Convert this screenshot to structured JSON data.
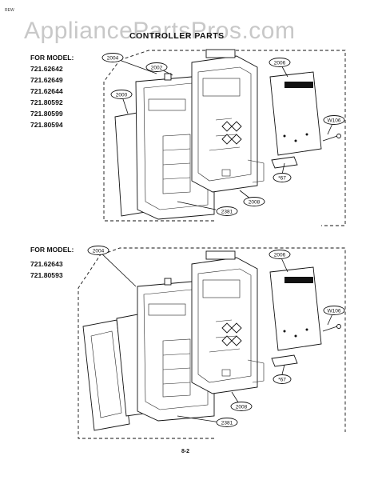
{
  "watermark": "AppliancePartsPros.com",
  "corner_mark": "REW",
  "title": "CONTROLLER PARTS",
  "section_top": {
    "for_model_label": "FOR MODEL:",
    "models": [
      "721.62642",
      "721.62649",
      "721.62644",
      "721.80592",
      "721.80599",
      "721.80594"
    ],
    "callouts": {
      "c2004": "2004",
      "c2002": "2002",
      "c2000": "2000",
      "c2006": "2006",
      "cw106": "W106",
      "c67": "*67",
      "c2008": "2008",
      "c2381": "2381"
    }
  },
  "section_bottom": {
    "for_model_label": "FOR MODEL:",
    "models": [
      "721.62643",
      "721.80593"
    ],
    "callouts": {
      "c2004": "2004",
      "c2006": "2006",
      "cw106": "W106",
      "c67": "*67",
      "c2008": "2008",
      "c2381": "2381"
    }
  },
  "page_number": "8-2"
}
